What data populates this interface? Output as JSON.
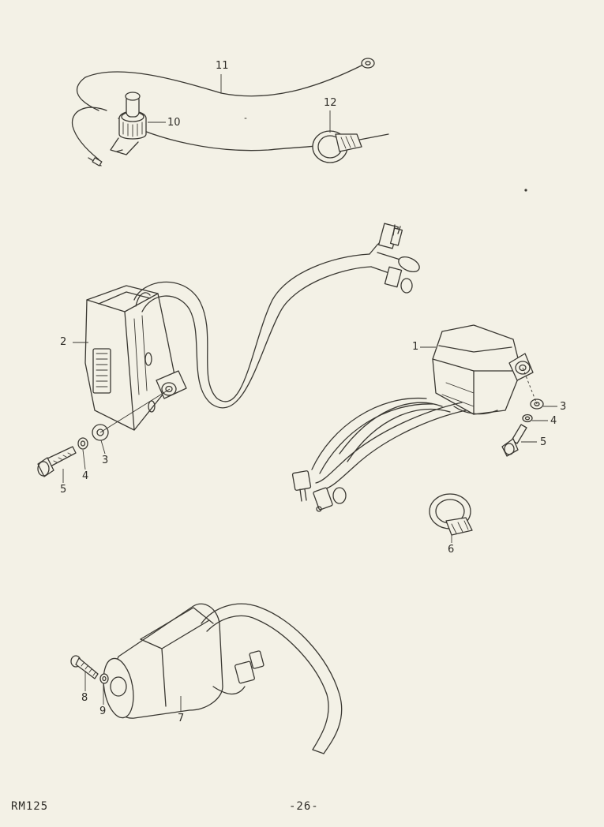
{
  "callouts": {
    "c1": "1",
    "c2": "2",
    "c3a": "3",
    "c3b": "3",
    "c4a": "4",
    "c4b": "4",
    "c5a": "5",
    "c5b": "5",
    "c6": "6",
    "c7": "7",
    "c8": "8",
    "c9": "9",
    "c10": "10",
    "c11": "11",
    "c12": "12"
  },
  "footer": {
    "model": "RM125",
    "page": "-26-"
  },
  "colors": {
    "paper": "#f3f1e6",
    "ink": "#3a3832"
  }
}
